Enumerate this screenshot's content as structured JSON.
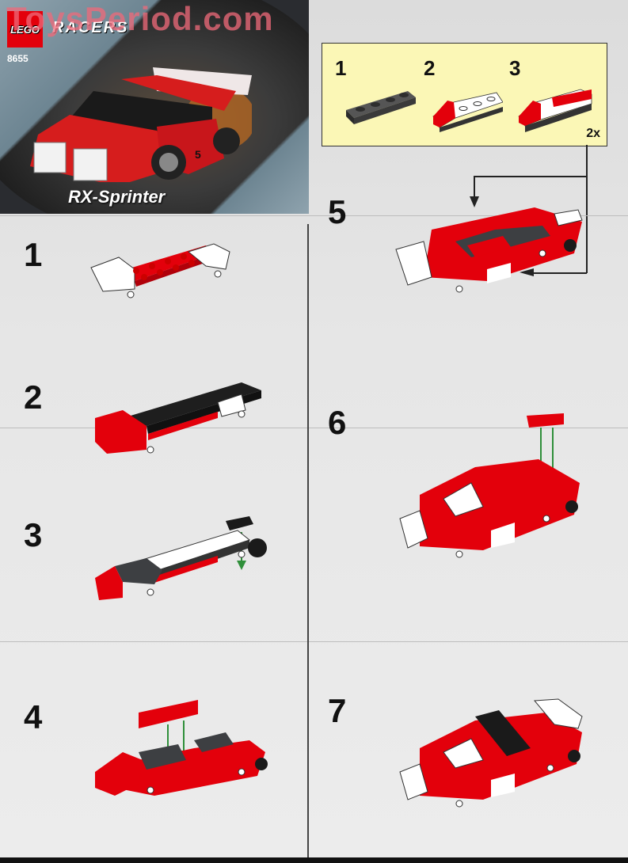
{
  "watermark": "ToysPeriod.com",
  "cover": {
    "brand": "LEGO",
    "theme": "RACERS",
    "set_number": "8655",
    "set_name": "RX-Sprinter",
    "car_number": "5"
  },
  "sub_assembly": {
    "steps": [
      {
        "number": "1",
        "description": "dark grey 1x4 plate"
      },
      {
        "number": "2",
        "description": "red slope with white studs"
      },
      {
        "number": "3",
        "description": "red and white side panel"
      }
    ],
    "multiplier": "2x",
    "background": "#fbf7b6"
  },
  "steps": [
    {
      "number": "1",
      "description": "red plate chassis with white wheel holders"
    },
    {
      "number": "2",
      "description": "black plate and red front bumper"
    },
    {
      "number": "3",
      "description": "white plates with black 1x2 part added"
    },
    {
      "number": "4",
      "description": "red tile bar added to body"
    },
    {
      "number": "5",
      "description": "side panels attached"
    },
    {
      "number": "6",
      "description": "red 2x2 corner plate added"
    },
    {
      "number": "7",
      "description": "completed RX-Sprinter"
    }
  ],
  "colors": {
    "brick_red": "#e3000b",
    "arrow_green": "#2f8f3a",
    "dark_grey": "#3d3f42",
    "black": "#1a1a1a",
    "white": "#ffffff"
  }
}
